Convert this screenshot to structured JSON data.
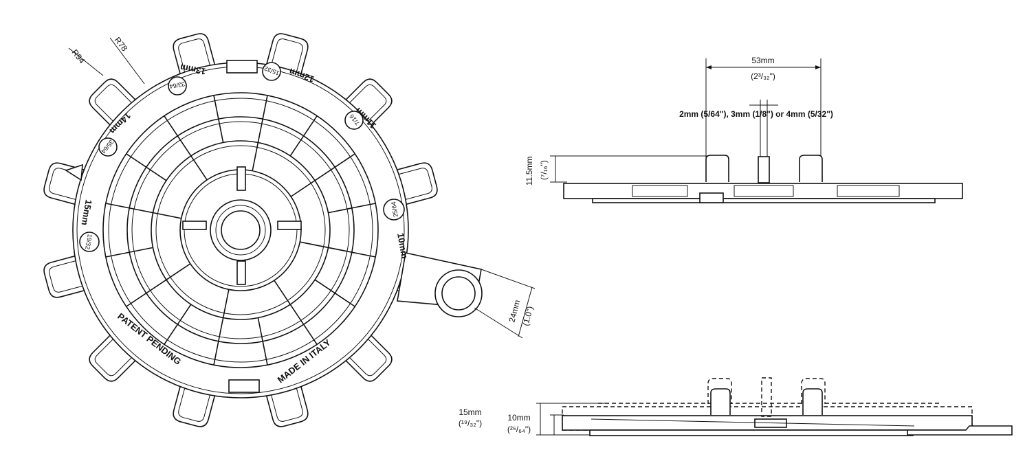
{
  "plan_view": {
    "radius_outer": "R94",
    "radius_inner": "R78",
    "ring_labels": {
      "mm_10": "10mm",
      "mm_11": "11mm",
      "mm_12": "12mm",
      "mm_13": "13mm",
      "mm_14": "14mm",
      "mm_15": "15mm",
      "in_25_64": "25/64",
      "in_7_16": "7/16",
      "in_15_32": "15/32",
      "in_33_64": "33/64",
      "in_35_64": "35/64",
      "in_19_32": "19/32"
    },
    "text_patent": "PATENT PENDING",
    "text_made": "MADE IN ITALY",
    "tab_mm": "24mm",
    "tab_in": "(1.0\")"
  },
  "side_view": {
    "width_mm": "53mm",
    "width_in": "(2³/₃₂\")",
    "spacer_note": "2mm (5/64\"), 3mm (1/8\") or 4mm (5/32\")",
    "height_mm": "11.5mm",
    "height_in": "(⁷/₁₆\")"
  },
  "bottom_view": {
    "h15_mm": "15mm",
    "h15_in": "(¹⁹/₃₂\")",
    "h10_mm": "10mm",
    "h10_in": "(²⁵/₆₄\")"
  }
}
